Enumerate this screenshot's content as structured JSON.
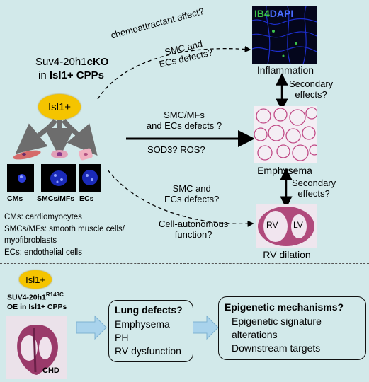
{
  "top": {
    "title_line1_a": "Suv4-20h1",
    "title_line1_b": "cKO",
    "title_line2_a": "in ",
    "title_line2_b": "Isl1+ CPPs",
    "isl1_label": "Isl1+",
    "cell_labels": [
      "CMs",
      "SMCs/MFs",
      "ECs"
    ],
    "legend": [
      "CMs: cardiomyocytes",
      "SMCs/MFs: smooth muscle cells/",
      "myofibroblasts",
      "ECs: endothelial  cells"
    ]
  },
  "arrows": {
    "chemo": "chemoattractant effect?",
    "smc_ecs_1a": "SMC and",
    "smc_ecs_1b": "ECs defects?",
    "mid_1a": "SMC/MFs",
    "mid_1b": "and ECs defects ?",
    "mid_2": "SOD3? ROS?",
    "smc_ecs_2a": "SMC and",
    "smc_ecs_2b": "ECs defects?",
    "cell_auto_a": "Cell-autonomous",
    "cell_auto_b": "function?",
    "secondary_1a": "Secondary",
    "secondary_1b": "effects?",
    "secondary_2a": "Secondary",
    "secondary_2b": "effects?"
  },
  "outcomes": {
    "stain_ib4": "IB4",
    "stain_dapi": "DAPI",
    "inflammation": "Inflammation",
    "emphysema": "Emphysema",
    "rv_dilation": "RV dilation",
    "rv": "RV",
    "lv": "LV"
  },
  "bottom": {
    "isl1_label": "Isl1+",
    "oe_line1_a": "SUV4-20h1",
    "oe_line1_sup": "R143C",
    "oe_line2": "OE in Isl1+ CPPs",
    "chd": "CHD",
    "lung_title": "Lung defects?",
    "lung_items": [
      "Emphysema",
      "PH",
      "RV dysfunction"
    ],
    "epi_title": "Epigenetic mechanisms?",
    "epi_items": [
      "Epigenetic signature",
      "alterations",
      "Downstream targets"
    ]
  },
  "colors": {
    "background": "#d2e9ea",
    "isl1_fill": "#f5c400",
    "stain_green": "#3cc24a",
    "stain_blue": "#4a6cff",
    "tissue_pink": "#c04a86",
    "block_arrow": "#a9d3ec"
  }
}
